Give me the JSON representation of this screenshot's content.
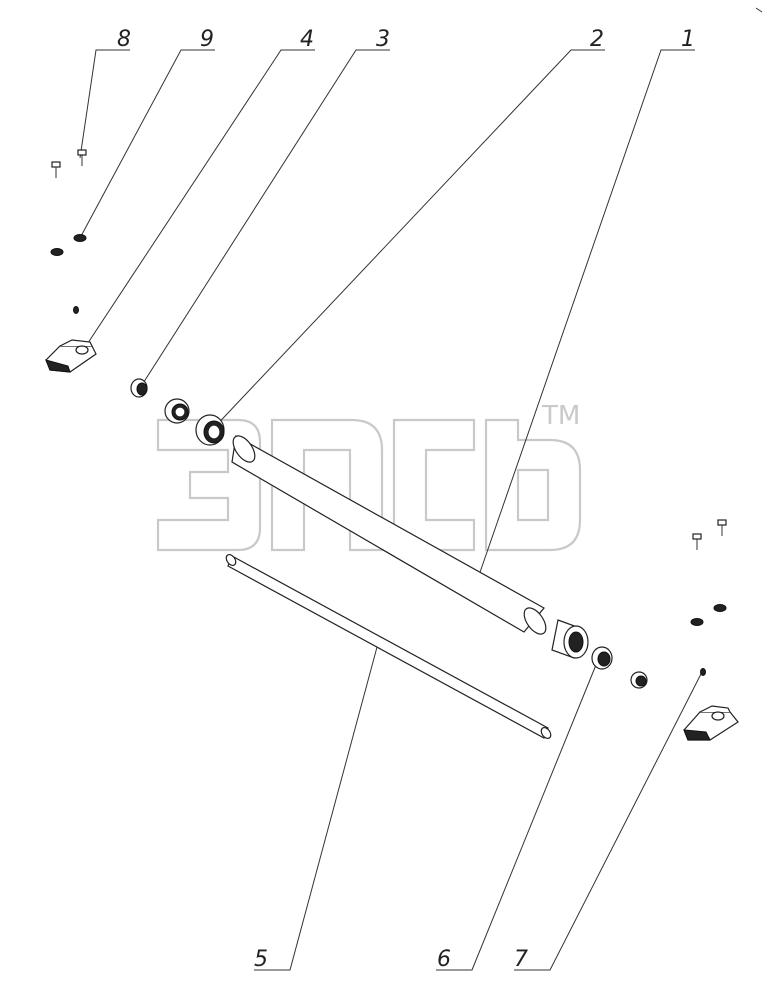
{
  "callouts": [
    {
      "id": "8",
      "label": "8"
    },
    {
      "id": "9",
      "label": "9"
    },
    {
      "id": "4",
      "label": "4"
    },
    {
      "id": "3",
      "label": "3"
    },
    {
      "id": "2",
      "label": "2"
    },
    {
      "id": "1",
      "label": "1"
    },
    {
      "id": "5",
      "label": "5"
    },
    {
      "id": "6",
      "label": "6"
    },
    {
      "id": "7",
      "label": "7"
    }
  ],
  "watermark": {
    "trademark": "TM"
  }
}
